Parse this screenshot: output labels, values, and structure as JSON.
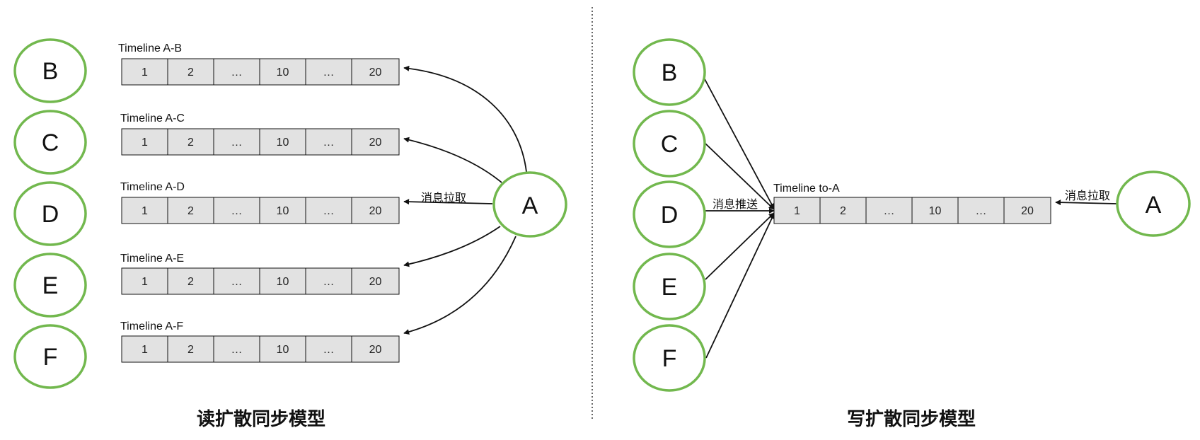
{
  "read_model": {
    "caption": "读扩散同步模型",
    "left_nodes": [
      "B",
      "C",
      "D",
      "E",
      "F"
    ],
    "right_node": "A",
    "timelines": [
      {
        "label": "Timeline A-B",
        "cells": [
          "1",
          "2",
          "…",
          "10",
          "…",
          "20"
        ]
      },
      {
        "label": "Timeline A-C",
        "cells": [
          "1",
          "2",
          "…",
          "10",
          "…",
          "20"
        ]
      },
      {
        "label": "Timeline A-D",
        "cells": [
          "1",
          "2",
          "…",
          "10",
          "…",
          "20"
        ]
      },
      {
        "label": "Timeline A-E",
        "cells": [
          "1",
          "2",
          "…",
          "10",
          "…",
          "20"
        ]
      },
      {
        "label": "Timeline A-F",
        "cells": [
          "1",
          "2",
          "…",
          "10",
          "…",
          "20"
        ]
      }
    ],
    "pull_label": "消息拉取"
  },
  "write_model": {
    "caption": "写扩散同步模型",
    "left_nodes": [
      "B",
      "C",
      "D",
      "E",
      "F"
    ],
    "right_node": "A",
    "timeline": {
      "label": "Timeline to-A",
      "cells": [
        "1",
        "2",
        "…",
        "10",
        "…",
        "20"
      ]
    },
    "push_label": "消息推送",
    "pull_label": "消息拉取"
  }
}
